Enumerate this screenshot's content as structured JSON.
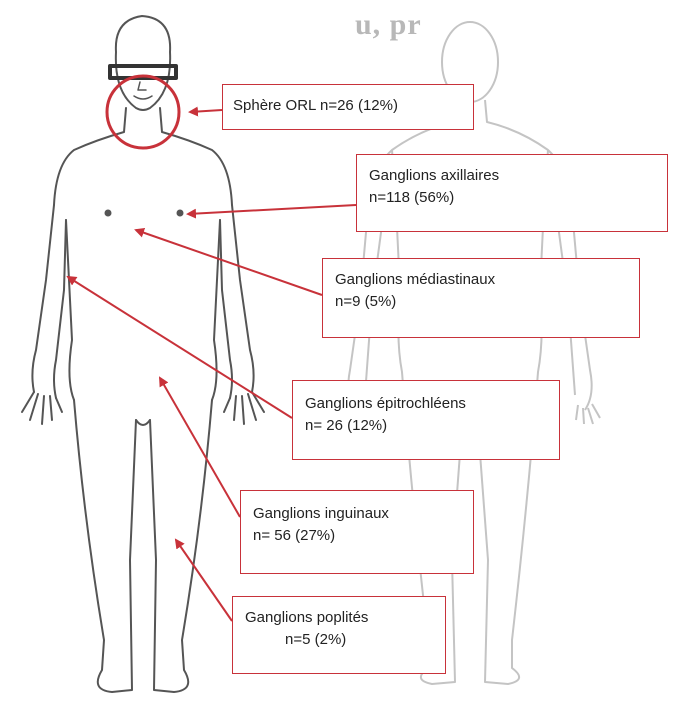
{
  "labels": {
    "orl": {
      "text": "Sphère ORL n=26 (12%)"
    },
    "axillaires": {
      "title": "Ganglions axillaires",
      "stat": "n=118 (56%)"
    },
    "mediastinaux": {
      "title": "Ganglions médiastinaux",
      "stat": "n=9 (5%)"
    },
    "epitrochleens": {
      "title": "Ganglions épitrochléens",
      "stat": "n= 26 (12%)"
    },
    "inguinaux": {
      "title": "Ganglions inguinaux",
      "stat": "n= 56 (27%)"
    },
    "poplites": {
      "title": "Ganglions poplités",
      "stat": "n=5 (2%)"
    }
  },
  "background_text": {
    "top": "u, pr"
  },
  "colors": {
    "accent": "#c8323a",
    "outline": "#555555",
    "ghost": "#c4c4c4"
  }
}
